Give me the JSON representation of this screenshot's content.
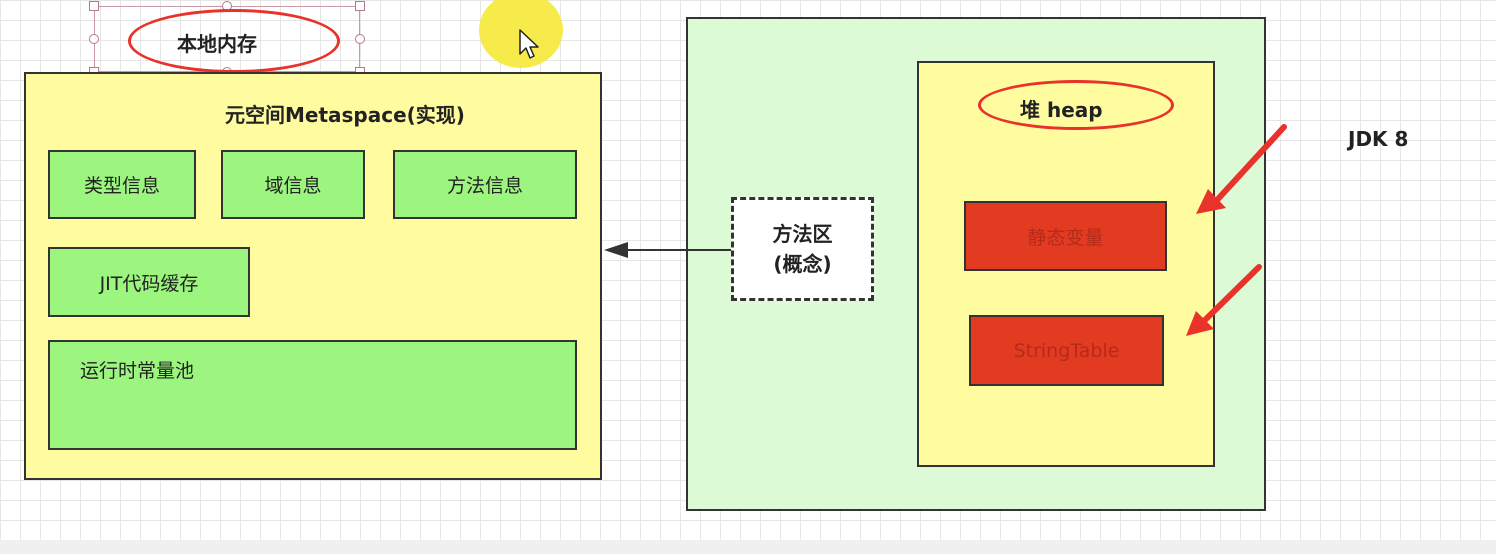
{
  "native_memory": {
    "label": "本地内存"
  },
  "metaspace": {
    "title": "元空间Metaspace(实现)",
    "type_info": "类型信息",
    "field_info": "域信息",
    "method_info": "方法信息",
    "jit_cache": "JIT代码缓存",
    "runtime_constant_pool": "运行时常量池"
  },
  "method_area": {
    "line1": "方法区",
    "line2": "(概念)"
  },
  "heap": {
    "title": "堆 heap",
    "static_vars": "静态变量",
    "string_table": "StringTable"
  },
  "jdk": {
    "label": "JDK 8"
  },
  "colors": {
    "metaspace_fill": "#fffc9f",
    "component_fill": "#9cf57e",
    "jdk_area_fill": "#dcfad5",
    "heap_item_fill": "#e23b22",
    "highlight_ellipse": "#e8322a",
    "cursor_highlight": "#f5e93c"
  }
}
